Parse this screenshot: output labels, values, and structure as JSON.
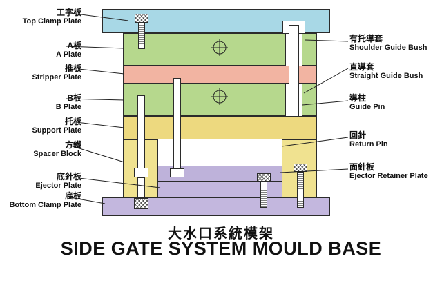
{
  "title": {
    "zh": "大水口系統模架",
    "en": "SIDE GATE SYSTEM MOULD BASE"
  },
  "left_labels": [
    {
      "zh": "工字板",
      "en": "Top Clamp Plate"
    },
    {
      "zh": "A板",
      "en": "A Plate"
    },
    {
      "zh": "推板",
      "en": "Stripper Plate"
    },
    {
      "zh": "B板",
      "en": "B Plate"
    },
    {
      "zh": "托板",
      "en": "Support Plate"
    },
    {
      "zh": "方鐵",
      "en": "Spacer Block"
    },
    {
      "zh": "底針板",
      "en": "Ejector Plate"
    },
    {
      "zh": "底板",
      "en": "Bottom Clamp Plate"
    }
  ],
  "right_labels": [
    {
      "zh": "有托導套",
      "en": "Shoulder Guide Bush"
    },
    {
      "zh": "直導套",
      "en": "Straight Guide Bush"
    },
    {
      "zh": "導柱",
      "en": "Guide Pin"
    },
    {
      "zh": "回針",
      "en": "Return Pin"
    },
    {
      "zh": "面針板",
      "en": "Ejector Retainer Plate"
    }
  ],
  "colors": {
    "top_clamp": "#a8d8e6",
    "a_plate": "#b6d88d",
    "stripper_plate": "#f2b4a2",
    "b_plate": "#b6d88d",
    "support_plate": "#edd97f",
    "spacer_block": "#f0e290",
    "retainer_plate": "#beb2da",
    "ejector_plate": "#c3b7de",
    "bottom_clamp": "#c3b7de",
    "outline": "#2b2b2b"
  }
}
